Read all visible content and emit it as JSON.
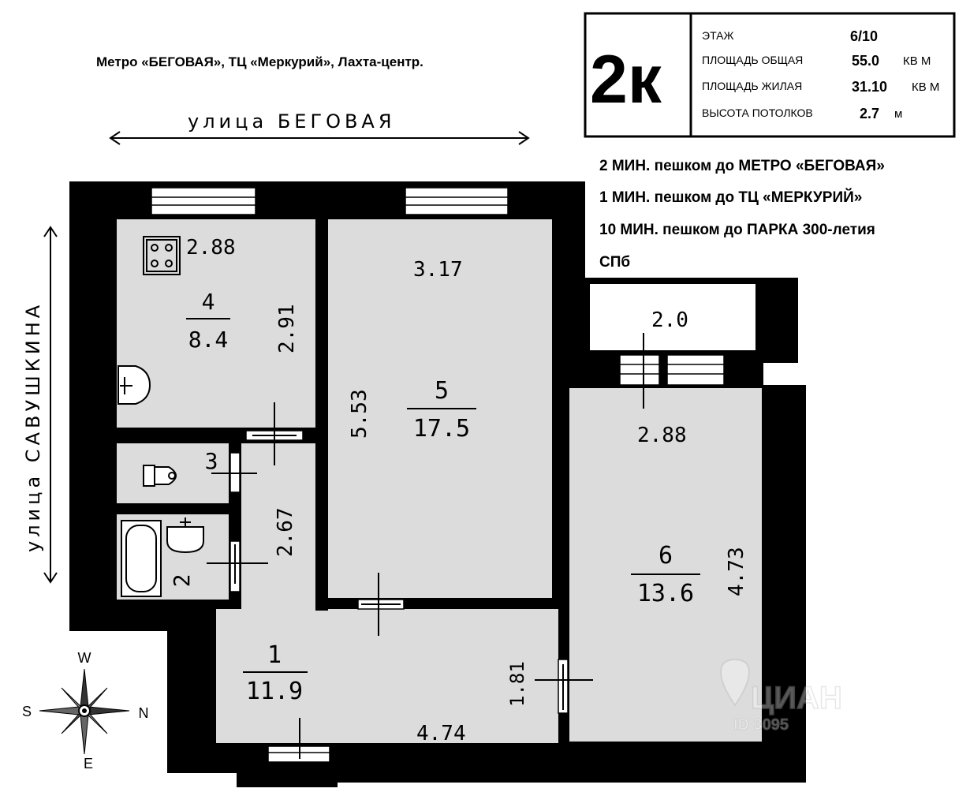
{
  "header": {
    "location": "Метро «БЕГОВАЯ», ТЦ «Меркурий», Лахта-центр.",
    "street_top": "улица БЕГОВАЯ",
    "street_left": "улица САВУШКИНА"
  },
  "info_box": {
    "type": "2к",
    "floor_label": "ЭТАЖ",
    "floor_value": "6/10",
    "total_area_label": "ПЛОЩАДЬ ОБЩАЯ",
    "total_area_value": "55.0",
    "total_area_unit": "КВ М",
    "living_area_label": "ПЛОЩАДЬ ЖИЛАЯ",
    "living_area_value": "31.10",
    "living_area_unit": "КВ М",
    "ceiling_label": "ВЫСОТА ПОТОЛКОВ",
    "ceiling_value": "2.7",
    "ceiling_unit": "м"
  },
  "walk_times": [
    "2 МИН. пешком до МЕТРО «БЕГОВАЯ»",
    "1 МИН. пешком до ТЦ «МЕРКУРИЙ»",
    "10 МИН. пешком до ПАРКА 300-летия",
    "СПб"
  ],
  "rooms": {
    "r1": {
      "number": "1",
      "area": "11.9"
    },
    "r2": {
      "number": "2"
    },
    "r3": {
      "number": "3"
    },
    "r4": {
      "number": "4",
      "area": "8.4"
    },
    "r5": {
      "number": "5",
      "area": "17.5"
    },
    "r6": {
      "number": "6",
      "area": "13.6"
    }
  },
  "dimensions": {
    "kitchen_width": "2.88",
    "kitchen_length": "2.91",
    "room5_width": "3.17",
    "room5_length": "5.53",
    "balcony": "2.0",
    "room6_width": "2.88",
    "room6_length": "4.73",
    "corridor": "2.67",
    "hall_length": "1.81",
    "hall_width": "4.74"
  },
  "compass": {
    "w": "W",
    "s": "S",
    "n": "N",
    "e": "E"
  },
  "watermark": {
    "brand": "ЦИАН",
    "id": "ID 3095"
  }
}
